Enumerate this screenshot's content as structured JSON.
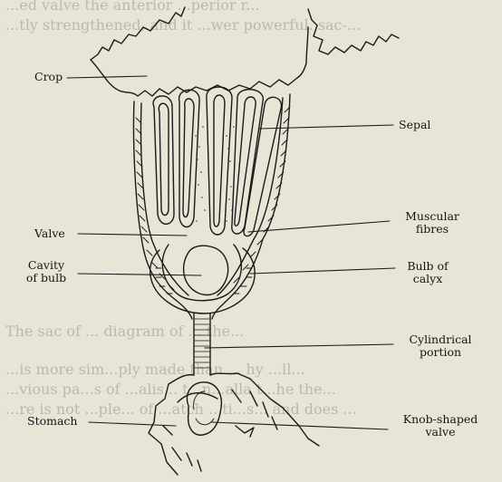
{
  "background_text": {
    "top_lines": [
      "...ed valve the anterior ...perior r...",
      "...tly strengthened, and it ...wer  powerful. sac-..."
    ],
    "bottom_lines": [
      "The sac of ... diagram of ... the...",
      "...is more sim...ply made than ... hy ...ll...",
      "...vious pa...s of ...alis... t...n...alla t...he the...",
      "...re is not ...ple... of ...atch ...ti...s... and does ..."
    ]
  },
  "labels": {
    "crop": "Crop",
    "sepal": "Sepal",
    "valve": "Valve",
    "muscular_fibres": [
      "Muscular",
      "fibres"
    ],
    "cavity_of_bulb": [
      "Cavity",
      "of bulb"
    ],
    "bulb_of_calyx": [
      "Bulb of",
      "calyx"
    ],
    "cylindrical_portion": [
      "Cylindrical",
      "portion"
    ],
    "knob_shaped_valve": [
      "Knob-shaped",
      "valve"
    ],
    "stomach": "Stomach"
  },
  "colors": {
    "paper": "#e8e4d6",
    "ink": "#151515"
  }
}
